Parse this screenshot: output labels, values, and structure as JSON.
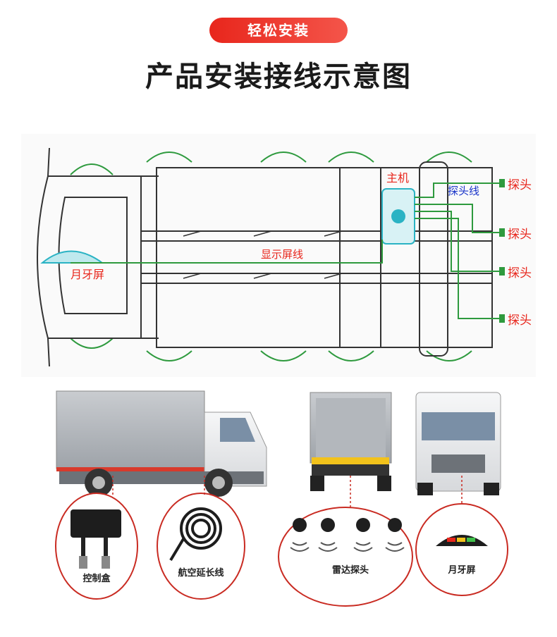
{
  "header": {
    "badge": "轻松安装",
    "title": "产品安装接线示意图"
  },
  "diagram": {
    "host_label": "主机",
    "probe_wire_label": "探头线",
    "display_wire_label": "显示屏线",
    "moon_screen_label": "月牙屏",
    "probe_labels": [
      "探头",
      "探头",
      "探头",
      "探头"
    ],
    "colors": {
      "wire": "#2e9a3e",
      "label": "#e8261c",
      "blue_label": "#1a35c9",
      "device": "#2ab3c4"
    }
  },
  "photos": {
    "callouts": [
      "控制盒",
      "航空延长线",
      "雷达探头",
      "月牙屏"
    ]
  }
}
